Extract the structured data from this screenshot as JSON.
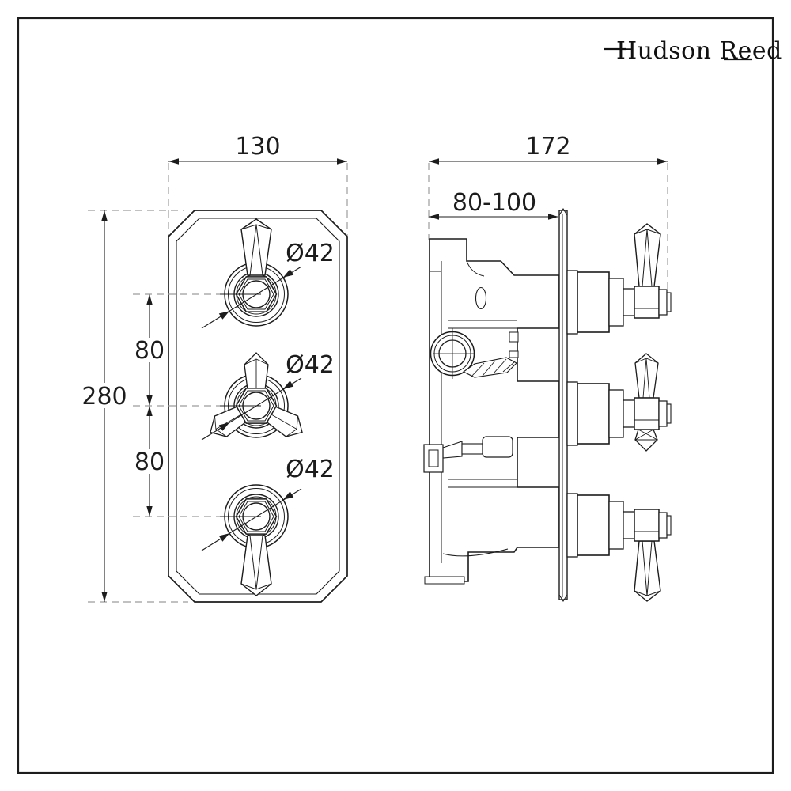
{
  "brand": {
    "logo_text": "Hudson Reed"
  },
  "front_view": {
    "dims": {
      "width": "130",
      "height": "280",
      "spacing_upper": "80",
      "spacing_lower": "80"
    },
    "handles": {
      "top_diameter": "Ø42",
      "middle_diameter": "Ø42",
      "bottom_diameter": "Ø42"
    }
  },
  "side_view": {
    "dims": {
      "overall_depth": "172",
      "recess_depth": "80-100"
    }
  },
  "colors": {
    "line": "#1c1c1c",
    "dash": "#9c9c9c",
    "background": "#ffffff"
  }
}
